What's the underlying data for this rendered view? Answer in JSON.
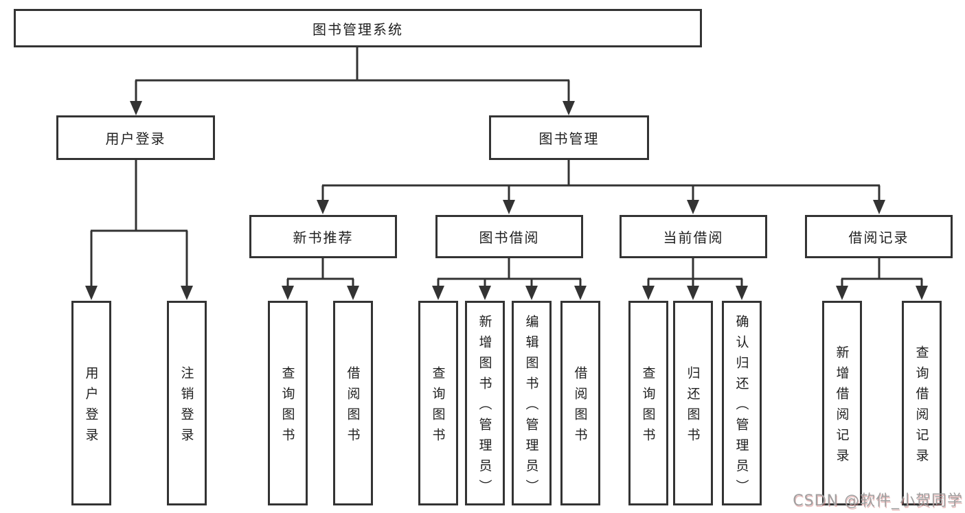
{
  "title": "图书管理系统",
  "tree": {
    "root": {
      "label": "图书管理系统"
    },
    "level2": [
      {
        "label": "用户登录",
        "children": [
          {
            "label": "用户登录"
          },
          {
            "label": "注销登录"
          }
        ]
      },
      {
        "label": "图书管理",
        "children": [
          {
            "label": "新书推荐",
            "children": [
              {
                "label": "查询图书"
              },
              {
                "label": "借阅图书"
              }
            ]
          },
          {
            "label": "图书借阅",
            "children": [
              {
                "label": "查询图书"
              },
              {
                "label": "新增图书（管理员）"
              },
              {
                "label": "编辑图书（管理员）"
              },
              {
                "label": "借阅图书"
              }
            ]
          },
          {
            "label": "当前借阅",
            "children": [
              {
                "label": "查询图书"
              },
              {
                "label": "归还图书"
              },
              {
                "label": "确认归还（管理员）"
              }
            ]
          },
          {
            "label": "借阅记录",
            "children": [
              {
                "label": "新增借阅记录"
              },
              {
                "label": "查询借阅记录"
              }
            ]
          }
        ]
      }
    ]
  },
  "watermark": {
    "text": "CSDN @软件_小贺同学"
  },
  "colors": {
    "line": "#333333",
    "text": "#1f1f1f",
    "background": "#ffffff",
    "watermark_gray": "#a0a0a0",
    "watermark_shadow": "#d68282"
  }
}
